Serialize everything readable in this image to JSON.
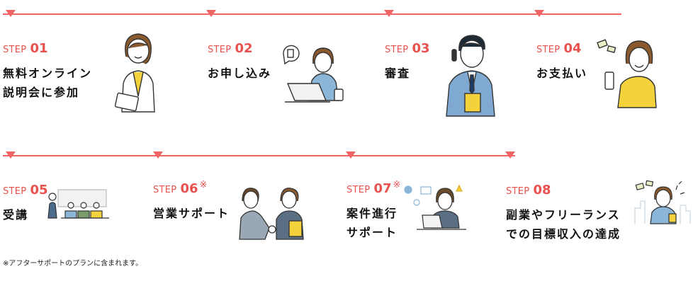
{
  "accent_color": "#f06463",
  "steps": [
    {
      "word": "STEP",
      "number": "01",
      "note": "",
      "title_lines": [
        "無料オンライン",
        "説明会に参加"
      ],
      "illustration": "woman-with-tablet-icon"
    },
    {
      "word": "STEP",
      "number": "02",
      "note": "",
      "title_lines": [
        "お申し込み"
      ],
      "illustration": "person-at-laptop-icon"
    },
    {
      "word": "STEP",
      "number": "03",
      "note": "",
      "title_lines": [
        "審査"
      ],
      "illustration": "man-on-phone-icon"
    },
    {
      "word": "STEP",
      "number": "04",
      "note": "",
      "title_lines": [
        "お支払い"
      ],
      "illustration": "woman-with-smartphone-icon"
    },
    {
      "word": "STEP",
      "number": "05",
      "note": "",
      "title_lines": [
        "受講"
      ],
      "illustration": "classroom-lecture-icon"
    },
    {
      "word": "STEP",
      "number": "06",
      "note": "※",
      "title_lines": [
        "営業サポート"
      ],
      "illustration": "handshake-icon"
    },
    {
      "word": "STEP",
      "number": "07",
      "note": "※",
      "title_lines": [
        "案件進行",
        "サポート"
      ],
      "illustration": "woman-at-desk-icon"
    },
    {
      "word": "STEP",
      "number": "08",
      "note": "",
      "title_lines": [
        "副業やフリーランス",
        "での目標収入の達成"
      ],
      "illustration": "celebrating-woman-icon"
    }
  ],
  "footnote": "※アフターサポートのプランに含まれます。"
}
